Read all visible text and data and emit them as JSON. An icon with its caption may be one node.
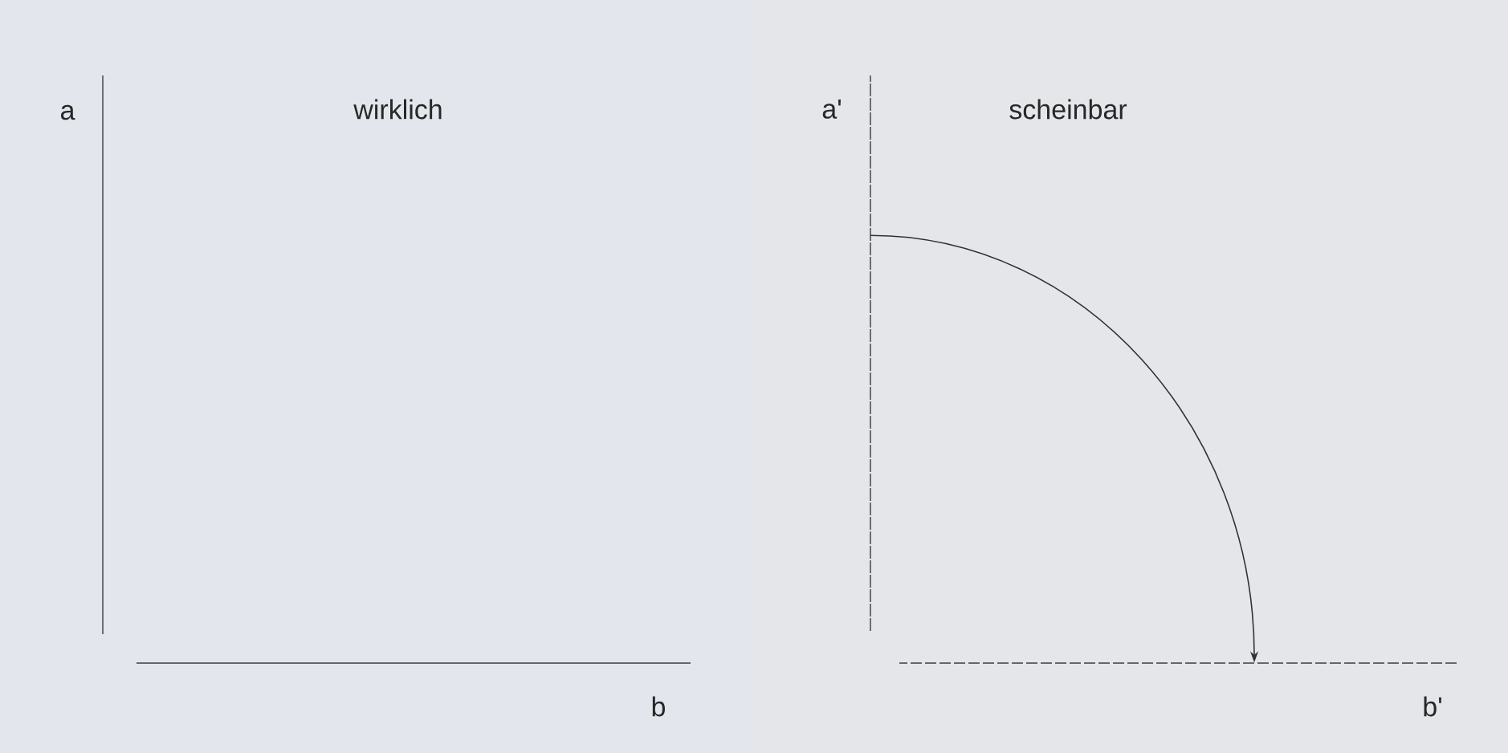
{
  "diagram": {
    "nodes": [
      {
        "text": [],
        "shape": "line",
        "beside": [
          "a"
        ]
      },
      {
        "text": [],
        "shape": "line",
        "beside": [
          "b"
        ]
      },
      {
        "text": [],
        "shape": "line",
        "beside": [
          "a'"
        ]
      },
      {
        "text": [],
        "shape": "line",
        "beside": [
          "b'"
        ]
      }
    ],
    "edges": [
      {
        "from": 2,
        "to": 3,
        "arrow": "to"
      }
    ],
    "labels": [
      "wirklich",
      "scheinbar"
    ]
  }
}
